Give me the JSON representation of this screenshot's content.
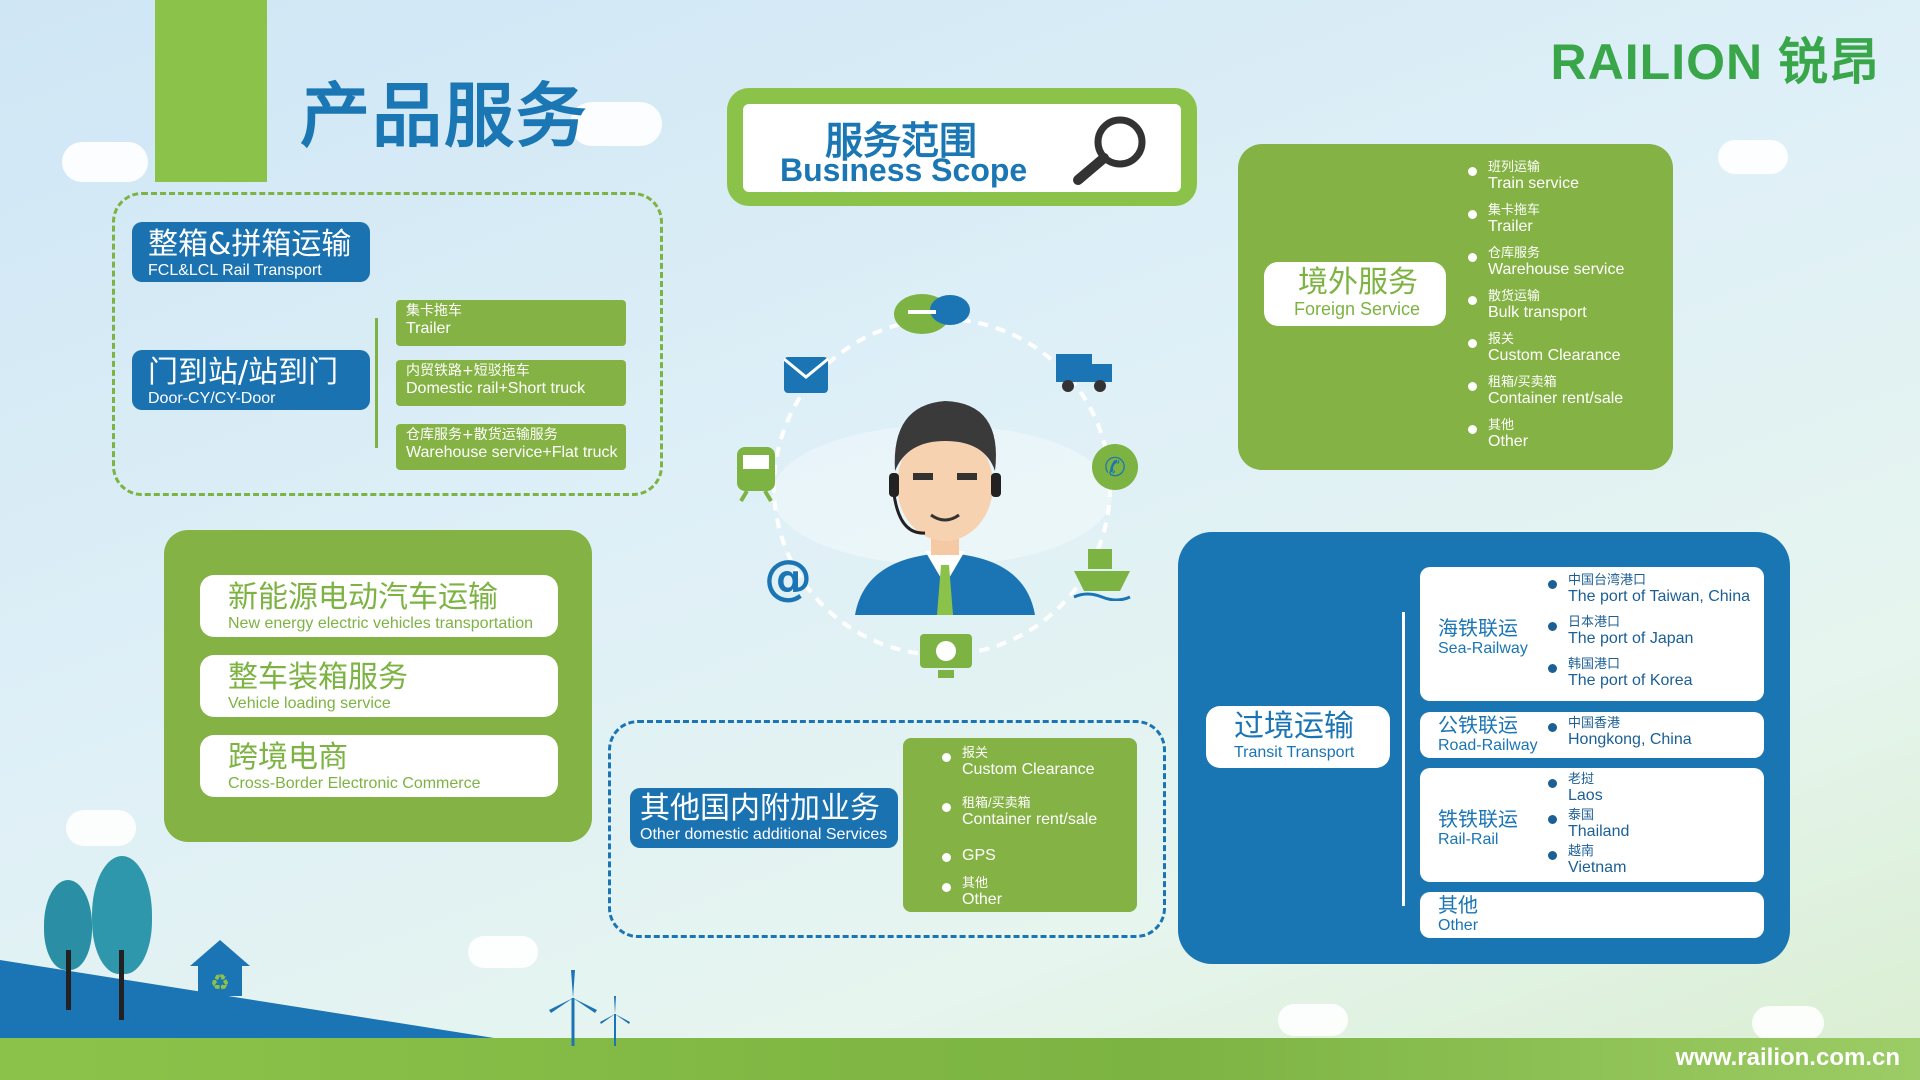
{
  "page_title": "产品服务",
  "logo": {
    "brand": "RAILION",
    "cn": "锐昂"
  },
  "website": "www.railion.com.cn",
  "center": {
    "title_cn": "服务范围",
    "title_en": "Business Scope"
  },
  "colors": {
    "green": "#84b244",
    "blue": "#1a75b3"
  },
  "rail_group": {
    "fcl": {
      "cn": "整箱&拼箱运输",
      "en": "FCL&LCL Rail Transport"
    },
    "door": {
      "cn": "门到站/站到门",
      "en": "Door-CY/CY-Door"
    },
    "options": [
      {
        "cn": "集卡拖车",
        "en": "Trailer"
      },
      {
        "cn": "内贸铁路+短驳拖车",
        "en": "Domestic rail+Short truck"
      },
      {
        "cn": "仓库服务+散货运输服务",
        "en": "Warehouse service+Flat truck"
      }
    ]
  },
  "special_group": [
    {
      "cn": "新能源电动汽车运输",
      "en": "New energy electric vehicles transportation"
    },
    {
      "cn": "整车装箱服务",
      "en": "Vehicle loading service"
    },
    {
      "cn": "跨境电商",
      "en": "Cross-Border Electronic Commerce"
    }
  ],
  "foreign": {
    "cn": "境外服务",
    "en": "Foreign Service",
    "items": [
      {
        "cn": "班列运输",
        "en": "Train service"
      },
      {
        "cn": "集卡拖车",
        "en": "Trailer"
      },
      {
        "cn": "仓库服务",
        "en": "Warehouse service"
      },
      {
        "cn": "散货运输",
        "en": "Bulk transport"
      },
      {
        "cn": "报关",
        "en": "Custom Clearance"
      },
      {
        "cn": "租箱/买卖箱",
        "en": "Container rent/sale"
      },
      {
        "cn": "其他",
        "en": "Other"
      }
    ]
  },
  "domestic": {
    "cn": "其他国内附加业务",
    "en": "Other domestic additional Services",
    "items": [
      {
        "cn": "报关",
        "en": "Custom Clearance"
      },
      {
        "cn": "租箱/买卖箱",
        "en": "Container rent/sale"
      },
      {
        "cn": "",
        "en": "GPS"
      },
      {
        "cn": "其他",
        "en": "Other"
      }
    ]
  },
  "transit": {
    "cn": "过境运输",
    "en": "Transit Transport",
    "rows": [
      {
        "cn": "海铁联运",
        "en": "Sea-Railway",
        "items": [
          {
            "cn": "中国台湾港口",
            "en": "The port of Taiwan, China"
          },
          {
            "cn": "日本港口",
            "en": "The port of Japan"
          },
          {
            "cn": "韩国港口",
            "en": "The port of Korea"
          }
        ]
      },
      {
        "cn": "公铁联运",
        "en": "Road-Railway",
        "items": [
          {
            "cn": "中国香港",
            "en": "Hongkong, China"
          }
        ]
      },
      {
        "cn": "铁铁联运",
        "en": "Rail-Rail",
        "items": [
          {
            "cn": "老挝",
            "en": "Laos"
          },
          {
            "cn": "泰国",
            "en": "Thailand"
          },
          {
            "cn": "越南",
            "en": "Vietnam"
          }
        ]
      },
      {
        "cn": "其他",
        "en": "Other",
        "items": []
      }
    ]
  },
  "icons": [
    "chat-icon",
    "mail-icon",
    "truck-icon",
    "phone-icon",
    "train-icon",
    "at-icon",
    "ship-icon",
    "computer-icon",
    "agent-avatar-icon"
  ]
}
